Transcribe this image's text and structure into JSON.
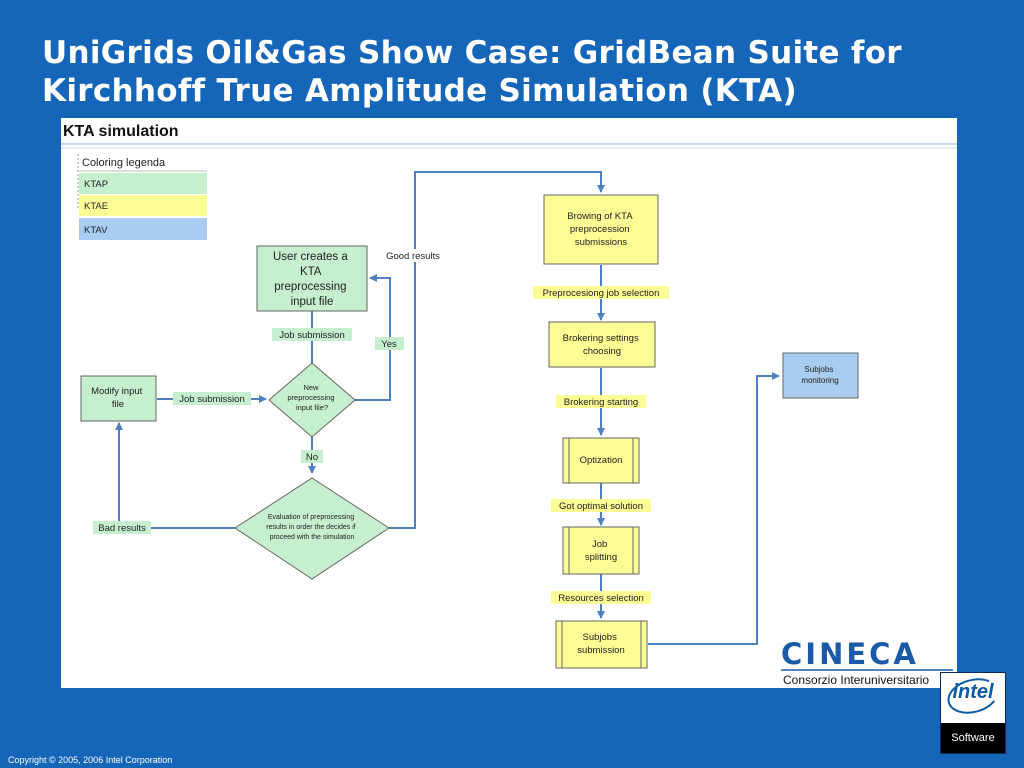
{
  "slide": {
    "title_line1": "UniGrids Oil&Gas Show Case: GridBean Suite for",
    "title_line2": "Kirchhoff True Amplitude Simulation (KTA)",
    "copyright": "Copyright © 2005, 2006 Intel Corporation"
  },
  "diagram": {
    "heading": "KTA simulation",
    "legend": {
      "title": "Coloring legenda",
      "items": [
        {
          "label": "KTAP",
          "color": "#c6efcf"
        },
        {
          "label": "KTAE",
          "color": "#fdfd96"
        },
        {
          "label": "KTAV",
          "color": "#a9cdf0"
        }
      ]
    },
    "nodes": {
      "user_creates": [
        "User creates a",
        "KTA",
        "preprocessing",
        "input file"
      ],
      "modify_input": [
        "Modify input",
        "file"
      ],
      "new_file_decision": [
        "New",
        "preprocessing",
        "input file?"
      ],
      "evaluation_decision": [
        "Evaluation of preprocessing",
        "results in order the decides if",
        "proceed with the simulation"
      ],
      "browsing": [
        "Browing of KTA",
        "preprocession",
        "submissions"
      ],
      "brokering": [
        "Brokering settings",
        "choosing"
      ],
      "optimization": [
        "Optization"
      ],
      "job_splitting": [
        "Job",
        "splitting"
      ],
      "subjobs_submission": [
        "Subjobs",
        "submission"
      ],
      "subjobs_monitoring": [
        "Subjobs",
        "monitoring"
      ]
    },
    "edge_labels": {
      "job_submission_top": "Job submission",
      "job_submission_left": "Job submission",
      "yes": "Yes",
      "no": "No",
      "good_results": "Good results",
      "bad_results": "Bad results",
      "preprocessing_job_selection": "Preprocesiong job selection",
      "brokering_starting": "Brokering starting",
      "got_optimal_solution": "Got optimal solution",
      "resources_selection": "Resources selection"
    },
    "colors": {
      "ktap_fill": "#c6efcf",
      "ktae_fill": "#fdfd96",
      "ktav_fill": "#a9cdf0",
      "arrow": "#4f7fc0"
    }
  },
  "branding": {
    "cineca_name": "CINECA",
    "cineca_subtitle": "Consorzio Interuniversitario",
    "intel_word": "intel",
    "intel_software": "Software"
  }
}
